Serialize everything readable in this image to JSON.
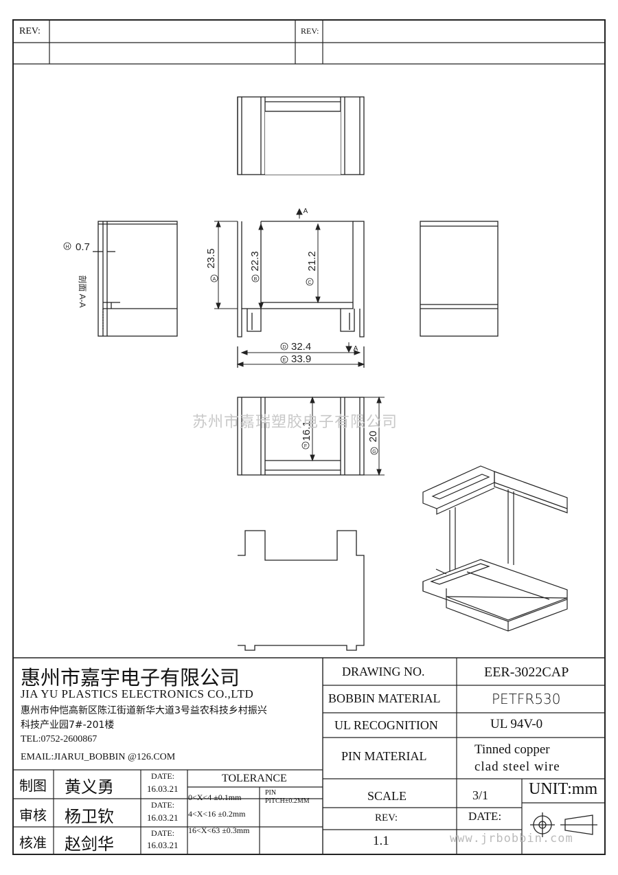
{
  "revision_header": {
    "left_label": "REV:",
    "right_label": "REV:"
  },
  "watermark": "苏州市嘉瑞塑胶电子有限公司",
  "website": "www.jrbobbin.com",
  "drawing": {
    "section_label": "剖面 A-A",
    "cut_marker": "A",
    "dimensions": {
      "a": {
        "ref": "A",
        "value": "23.5"
      },
      "b": {
        "ref": "B",
        "value": "22.3"
      },
      "c": {
        "ref": "C",
        "value": "21.2"
      },
      "d": {
        "ref": "D",
        "value": "32.4"
      },
      "e": {
        "ref": "E",
        "value": "33.9"
      },
      "f": {
        "ref": "F",
        "value": "16.1"
      },
      "g": {
        "ref": "G",
        "value": "20"
      },
      "h": {
        "ref": "H",
        "value": "0.7"
      }
    }
  },
  "company": {
    "name_cn": "惠州市嘉宇电子有限公司",
    "name_en": "JIA YU PLASTICS ELECTRONICS CO.,LTD",
    "address_line1": "惠州市仲恺高新区陈江街道新华大道3号益农科技乡村振兴",
    "address_line2": "科技产业园7#-201楼",
    "tel": "TEL:0752-2600867",
    "email": "EMAIL:JIARUI_BOBBIN @126.COM"
  },
  "signoffs": [
    {
      "role": "制图",
      "name": "黄义勇",
      "date_label": "DATE:",
      "date": "16.03.21"
    },
    {
      "role": "审核",
      "name": "杨卫钦",
      "date_label": "DATE:",
      "date": "16.03.21"
    },
    {
      "role": "核准",
      "name": "赵剑华",
      "date_label": "DATE:",
      "date": "16.03.21"
    }
  ],
  "tolerance": {
    "title": "TOLERANCE",
    "rows": [
      "0<X<4  ±0.1mm",
      "4<X<16 ±0.2mm",
      "16<X<63 ±0.3mm"
    ],
    "pin_label": "PIN",
    "pin_pitch": "PITCH±0.2MM"
  },
  "specs": {
    "drawing_no_label": "DRAWING   NO.",
    "drawing_no": "EER-3022CAP",
    "bobbin_material_label": "BOBBIN   MATERIAL",
    "bobbin_material": "PETFR530",
    "ul_label": "UL RECOGNITION",
    "ul": "UL 94V-0",
    "pin_material_label": "PIN MATERIAL",
    "pin_material_line1": "Tinned copper",
    "pin_material_line2": "clad steel wire",
    "scale_label": "SCALE",
    "scale": "3/1",
    "unit": "UNIT:mm",
    "rev_label": "REV:",
    "rev": "1.1",
    "date_label": "DATE:"
  }
}
